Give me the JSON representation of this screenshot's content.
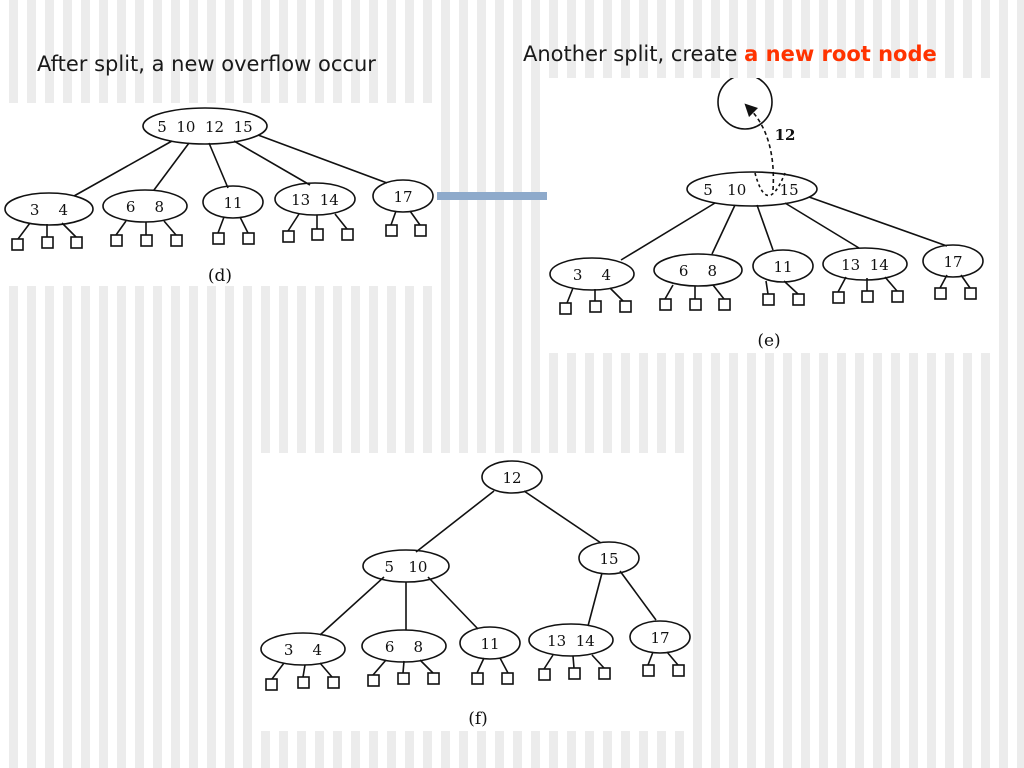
{
  "slide": {
    "caption_left": "After split, a new overflow occur",
    "caption_right_prefix": "Another split, create ",
    "caption_right_highlight": "a new root node",
    "accent_color": "#ff3300"
  },
  "diagrams": {
    "d": {
      "label": "(d)",
      "root": "5  10  12  15",
      "children": [
        "3    4",
        "6    8",
        "11",
        "13  14",
        "17"
      ]
    },
    "e": {
      "label": "(e)",
      "root": "5   10       15",
      "moving_key": "12",
      "children": [
        "3    4",
        "6    8",
        "11",
        "13  14",
        "17"
      ]
    },
    "f": {
      "label": "(f)",
      "root": "12",
      "left": "5   10",
      "right": "15",
      "children": [
        "3    4",
        "6    8",
        "11",
        "13  14",
        "17"
      ]
    }
  }
}
